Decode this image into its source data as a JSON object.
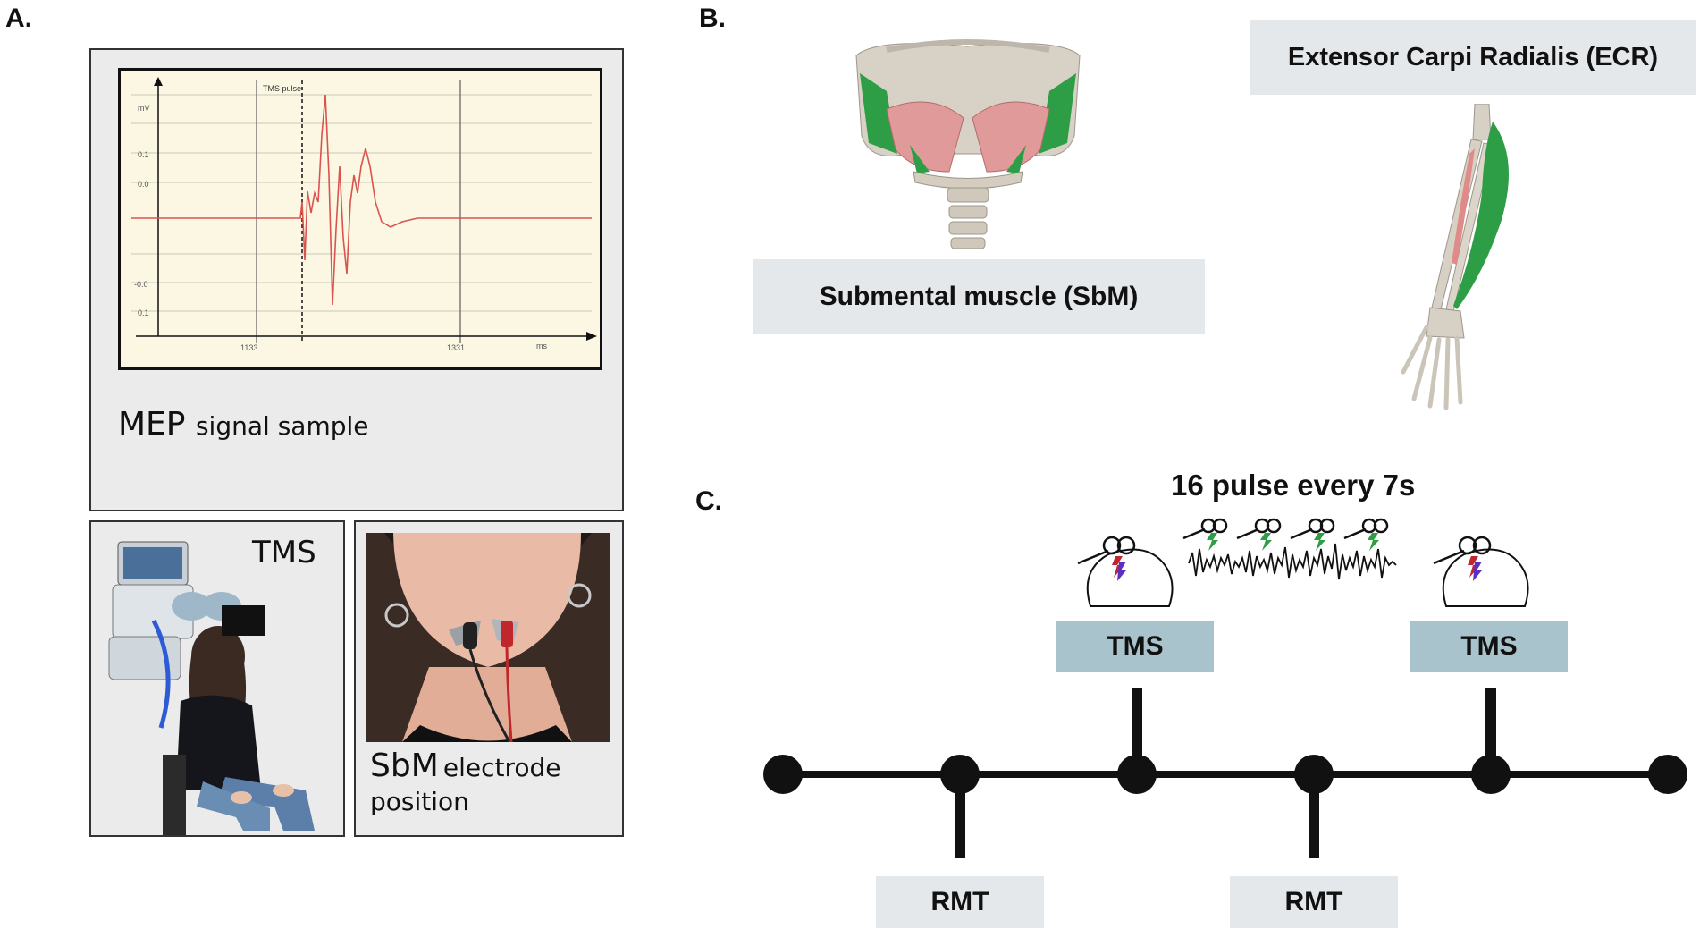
{
  "panels": {
    "a": "A.",
    "b": "B.",
    "c": "C."
  },
  "mep": {
    "caption_main": "MEP",
    "caption_sub": "signal sample",
    "trace_color": "#d9534f",
    "tms_marker": "TMS pulse",
    "y_unit": "mV",
    "y_ticks": [
      "0.1",
      "0.0",
      "-0.0",
      "0.1"
    ],
    "x_ticks": [
      "1133",
      "1331"
    ],
    "x_unit": "ms"
  },
  "photos": {
    "tms_label": "TMS",
    "sbm_main": "SbM",
    "sbm_sub": "electrode",
    "sbm_line2": "position"
  },
  "muscles": {
    "submental": "Submental muscle (SbM)",
    "ecr": "Extensor Carpi Radialis (ECR)",
    "muscle_color": "#e08a8a",
    "tendon_color": "#2ea84a"
  },
  "timeline": {
    "pulse_title": "16 pulse every 7s",
    "tms_labels": [
      "TMS",
      "TMS"
    ],
    "rmt_labels": [
      "RMT",
      "RMT"
    ]
  },
  "colors": {
    "tms_box": "#a9c3cc",
    "label_box": "#e4e8eb",
    "panel_bg": "#ebebeb"
  }
}
